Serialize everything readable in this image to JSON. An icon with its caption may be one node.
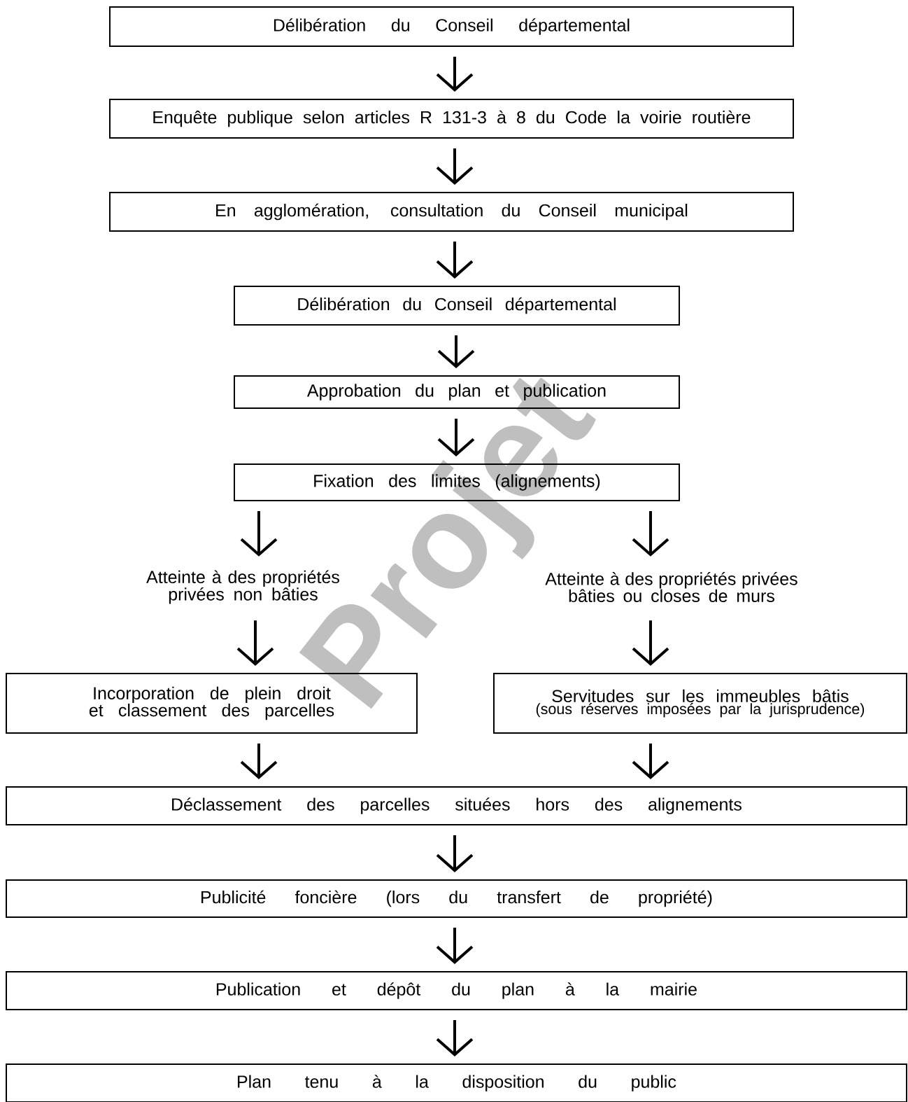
{
  "diagram": {
    "nodes": [
      {
        "text": [
          "Délibération du Conseil départemental"
        ]
      },
      {
        "text": [
          "Enquête publique selon articles R 131-3 à 8 du Code la voirie routière"
        ]
      },
      {
        "text": [
          "En agglomération, consultation du Conseil municipal"
        ]
      },
      {
        "text": [
          "Délibération du Conseil départemental"
        ]
      },
      {
        "text": [
          "Approbation du plan et publication"
        ]
      },
      {
        "text": [
          "Fixation des limites (alignements)"
        ]
      },
      {
        "text": [
          "Atteinte à des propriétés privées non bâties"
        ]
      },
      {
        "text": [
          "Atteinte à des propriétés privées bâties ou closes de murs"
        ]
      },
      {
        "text": [
          "Incorporation de plein droit et classement des parcelles"
        ]
      },
      {
        "text": [
          "Servitudes sur les immeubles bâtis",
          "(sous réserves imposées par la jurisprudence)"
        ]
      },
      {
        "text": [
          "Déclassement des parcelles situées hors des alignements"
        ]
      },
      {
        "text": [
          "Publicité foncière (lors du transfert de propriété)"
        ]
      },
      {
        "text": [
          "Publication et dépôt du plan à la mairie"
        ]
      },
      {
        "text": [
          "Plan tenu à la disposition du public"
        ]
      }
    ],
    "edges": [
      {
        "from": 0,
        "to": 1,
        "arrow": "to"
      },
      {
        "from": 1,
        "to": 2,
        "arrow": "to"
      },
      {
        "from": 2,
        "to": 3,
        "arrow": "to"
      },
      {
        "from": 3,
        "to": 4,
        "arrow": "to"
      },
      {
        "from": 4,
        "to": 5,
        "arrow": "to"
      },
      {
        "from": 5,
        "to": 6,
        "arrow": "to"
      },
      {
        "from": 5,
        "to": 7,
        "arrow": "to"
      },
      {
        "from": 6,
        "to": 8,
        "arrow": "to"
      },
      {
        "from": 7,
        "to": 9,
        "arrow": "to"
      },
      {
        "from": 8,
        "to": 10,
        "arrow": "to"
      },
      {
        "from": 9,
        "to": 10,
        "arrow": "to"
      },
      {
        "from": 10,
        "to": 11,
        "arrow": "to"
      },
      {
        "from": 11,
        "to": 12,
        "arrow": "to"
      },
      {
        "from": 12,
        "to": 13,
        "arrow": "to"
      }
    ],
    "labels": [
      "Projet"
    ]
  }
}
